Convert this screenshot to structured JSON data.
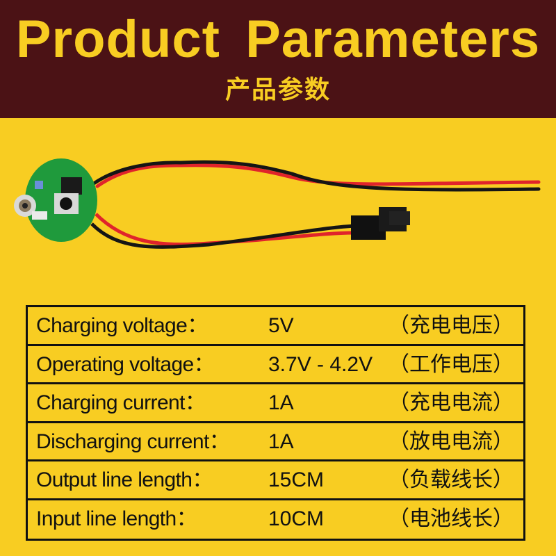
{
  "header": {
    "title": "Product  Parameters",
    "subtitle": "产品参数",
    "background_color": "#4b1215",
    "text_color": "#f8cd22"
  },
  "background_color": "#f8cd22",
  "parameters": [
    {
      "label": "Charging voltage：",
      "value": "5V",
      "chinese": "（充电电压）"
    },
    {
      "label": "Operating voltage：",
      "value": "3.7V - 4.2V",
      "chinese": "（工作电压）"
    },
    {
      "label": "Charging current：",
      "value": "1A",
      "chinese": "（充电电流）"
    },
    {
      "label": "Discharging current：",
      "value": "1A",
      "chinese": "（放电电流）"
    },
    {
      "label": "Output line length：",
      "value": "15CM",
      "chinese": "（负载线长）"
    },
    {
      "label": "Input line length：",
      "value": "10CM",
      "chinese": "（电池线长）"
    }
  ]
}
